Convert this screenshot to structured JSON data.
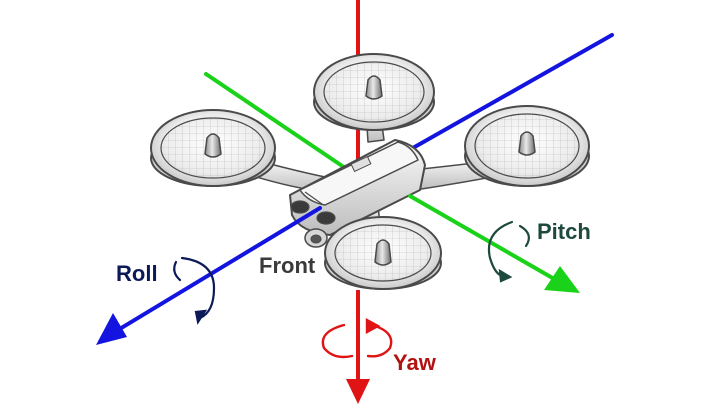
{
  "labels": {
    "roll": "Roll",
    "front": "Front",
    "pitch": "Pitch",
    "yaw": "Yaw"
  },
  "colors": {
    "roll_axis": "#1414e0",
    "roll_label": "#0d1a5a",
    "pitch_axis": "#19d219",
    "pitch_label": "#1e4a3e",
    "yaw_axis": "#e01414",
    "yaw_label": "#b31212",
    "front_label": "#3a3a3a",
    "drone_body": "#e9e9e9",
    "drone_line": "#4a4a4a"
  },
  "icons": {
    "roll": "rotation-arrow-icon",
    "pitch": "rotation-arrow-icon",
    "yaw": "rotation-arrow-icon"
  }
}
